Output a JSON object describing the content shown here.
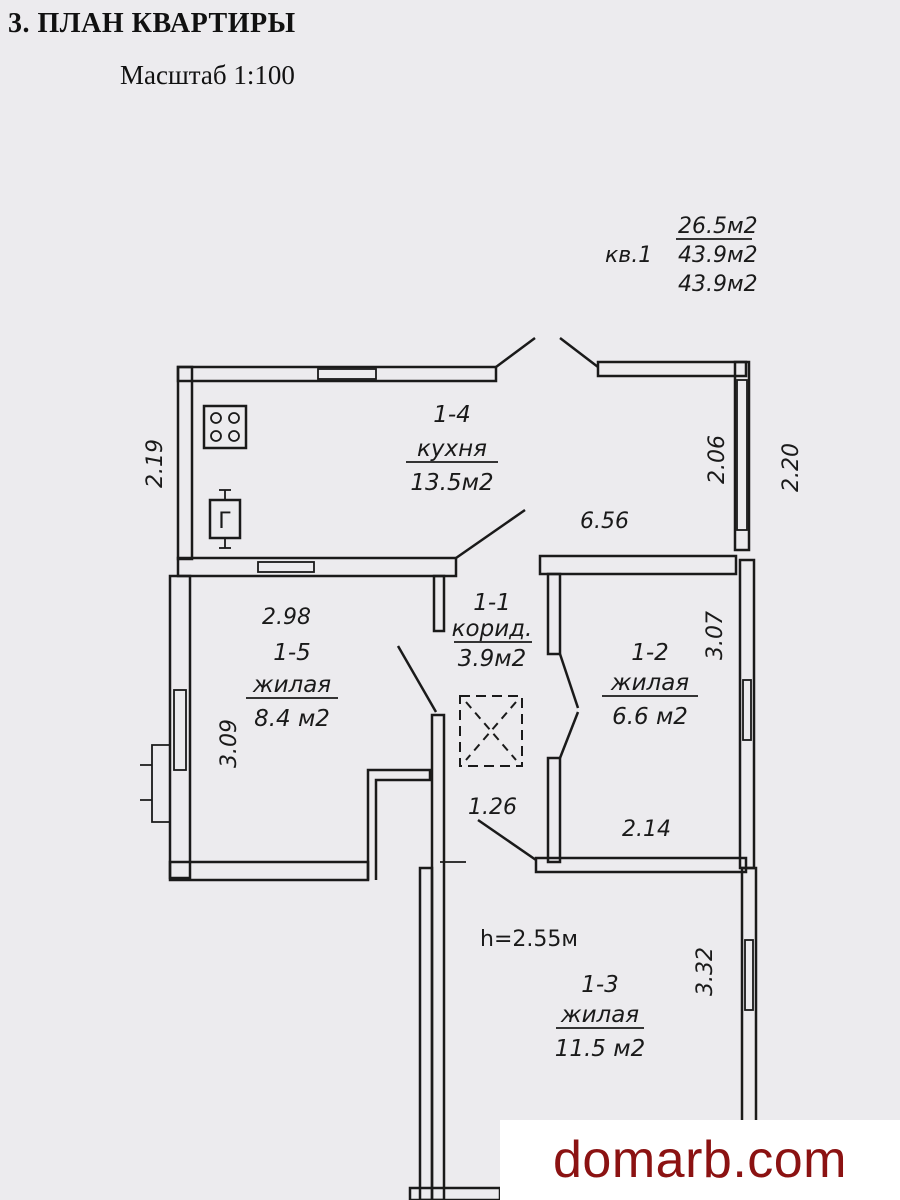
{
  "header": {
    "title": "3. ПЛАН КВАРТИРЫ",
    "scale": "Масштаб 1:100"
  },
  "apartment": {
    "label": "кв.1",
    "area_living": "26.5м2",
    "area_total": "43.9м2",
    "area_total2": "43.9м2"
  },
  "rooms": [
    {
      "id": "1-4",
      "name": "кухня",
      "area": "13.5м2"
    },
    {
      "id": "1-1",
      "name": "корид.",
      "area": "3.9м2"
    },
    {
      "id": "1-5",
      "name": "жилая",
      "area": "8.4 м2"
    },
    {
      "id": "1-2",
      "name": "жилая",
      "area": "6.6 м2"
    },
    {
      "id": "1-3",
      "name": "жилая",
      "area": "11.5 м2"
    }
  ],
  "dimensions": {
    "d219": "2.19",
    "d206": "2.06",
    "d220": "2.20",
    "d656": "6.56",
    "d298": "2.98",
    "d307": "3.07",
    "d309": "3.09",
    "d126": "1.26",
    "d214": "2.14",
    "d332": "3.32"
  },
  "ceiling_height": "h=2.55м",
  "stove_symbol": "Г",
  "watermark": "domarb.com"
}
